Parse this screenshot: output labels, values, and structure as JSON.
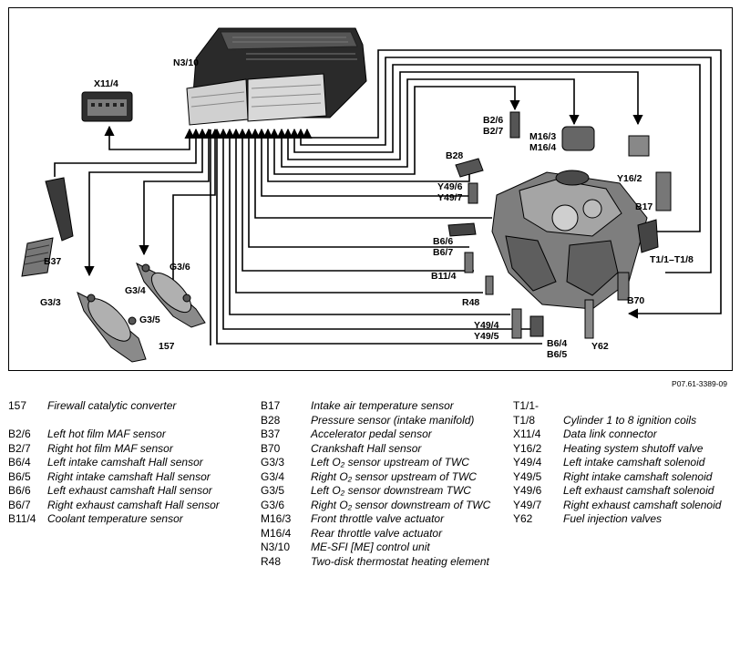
{
  "diagram": {
    "labels": {
      "n3_10": "N3/10",
      "x11_4": "X11/4",
      "b2_6": "B2/6",
      "b2_7": "B2/7",
      "m16_3": "M16/3",
      "m16_4": "M16/4",
      "b28": "B28",
      "y16_2": "Y16/2",
      "b17": "B17",
      "y49_6": "Y49/6",
      "y49_7": "Y49/7",
      "b6_6": "B6/6",
      "b6_7": "B6/7",
      "t1": "T1/1–T1/8",
      "b11_4": "B11/4",
      "r48": "R48",
      "b70": "B70",
      "y49_4": "Y49/4",
      "y49_5": "Y49/5",
      "b6_4": "B6/4",
      "b6_5": "B6/5",
      "y62": "Y62",
      "b37": "B37",
      "g3_6": "G3/6",
      "g3_4": "G3/4",
      "g3_3": "G3/3",
      "g3_5": "G3/5",
      "n157": "157"
    },
    "reference_code": "P07.61-3389-09"
  },
  "legend": {
    "col1": [
      {
        "code": "157",
        "desc": "Firewall catalytic converter"
      },
      {
        "code": "",
        "desc": ""
      },
      {
        "code": "B2/6",
        "desc": "Left hot film MAF sensor"
      },
      {
        "code": "B2/7",
        "desc": "Right hot film MAF sensor"
      },
      {
        "code": "B6/4",
        "desc": "Left intake camshaft Hall sensor"
      },
      {
        "code": "B6/5",
        "desc": "Right intake camshaft Hall sensor"
      },
      {
        "code": "B6/6",
        "desc": "Left exhaust camshaft Hall sensor"
      },
      {
        "code": "B6/7",
        "desc": "Right exhaust camshaft Hall sensor"
      },
      {
        "code": "B11/4",
        "desc": "Coolant temperature sensor"
      }
    ],
    "col2": [
      {
        "code": "B17",
        "desc": "Intake air temperature sensor"
      },
      {
        "code": "B28",
        "desc": "Pressure sensor (intake manifold)"
      },
      {
        "code": "B37",
        "desc": "Accelerator pedal sensor"
      },
      {
        "code": "B70",
        "desc": "Crankshaft Hall sensor"
      },
      {
        "code": "G3/3",
        "desc": "Left O₂ sensor upstream of TWC"
      },
      {
        "code": "G3/4",
        "desc": "Right O₂ sensor upstream of TWC"
      },
      {
        "code": "G3/5",
        "desc": "Left O₂ sensor downstream TWC"
      },
      {
        "code": "G3/6",
        "desc": "Right O₂ sensor downstream of TWC"
      },
      {
        "code": "M16/3",
        "desc": "Front throttle valve actuator"
      },
      {
        "code": "M16/4",
        "desc": "Rear throttle valve actuator"
      },
      {
        "code": "N3/10",
        "desc": "ME-SFI [ME] control unit"
      },
      {
        "code": "R48",
        "desc": "Two-disk thermostat heating element"
      }
    ],
    "col3": [
      {
        "code": "T1/1-",
        "desc": ""
      },
      {
        "code": "T1/8",
        "desc": "Cylinder 1 to 8 ignition coils"
      },
      {
        "code": "X11/4",
        "desc": "Data link connector"
      },
      {
        "code": "Y16/2",
        "desc": "Heating system shutoff valve"
      },
      {
        "code": "Y49/4",
        "desc": "Left intake camshaft solenoid"
      },
      {
        "code": "Y49/5",
        "desc": "Right intake camshaft solenoid"
      },
      {
        "code": "Y49/6",
        "desc": "Left exhaust camshaft solenoid"
      },
      {
        "code": "Y49/7",
        "desc": "Right exhaust camshaft solenoid"
      },
      {
        "code": "Y62",
        "desc": "Fuel injection valves"
      }
    ]
  }
}
